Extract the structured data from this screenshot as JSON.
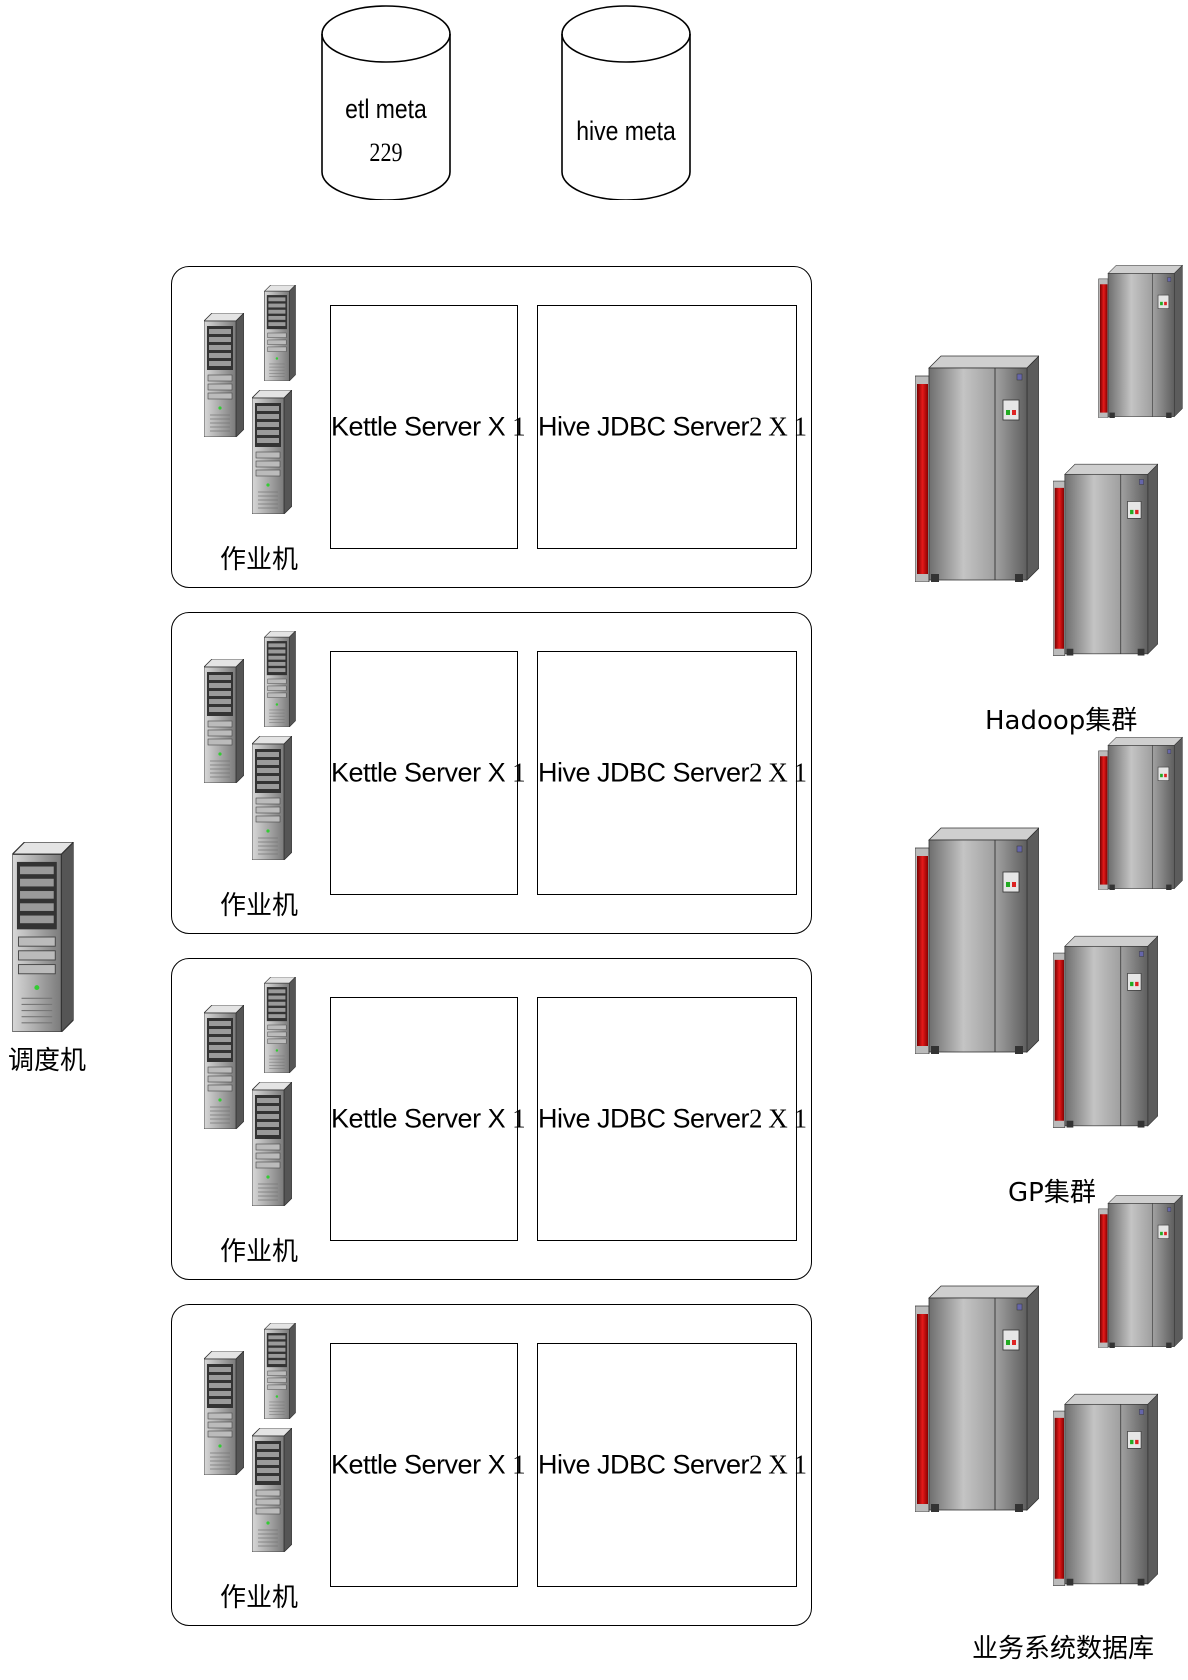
{
  "databases": [
    {
      "line1": "etl  meta",
      "line2": "229"
    },
    {
      "line1": "hive  meta",
      "line2": ""
    }
  ],
  "groups": [
    {
      "kettle_label": "Kettle Server X",
      "kettle_count": "1",
      "hive_label": "Hive  JDBC Server",
      "hive_count": "2  X  1",
      "caption": "作业机"
    },
    {
      "kettle_label": "Kettle Server X",
      "kettle_count": "1",
      "hive_label": "Hive  JDBC Server",
      "hive_count": "2  X  1",
      "caption": "作业机"
    },
    {
      "kettle_label": "Kettle Server X",
      "kettle_count": "1",
      "hive_label": "Hive  JDBC Server",
      "hive_count": "2  X  1",
      "caption": "作业机"
    },
    {
      "kettle_label": "Kettle Server X",
      "kettle_count": "1",
      "hive_label": "Hive  JDBC Server",
      "hive_count": "2  X  1",
      "caption": "作业机"
    }
  ],
  "scheduler": {
    "caption": "调度机"
  },
  "clusters": [
    {
      "caption": "Hadoop集群"
    },
    {
      "caption": "GP集群"
    },
    {
      "caption": "业务系统数据库"
    }
  ],
  "colors": {
    "server_red": "#cc1111",
    "server_gray": "#9a9a9a",
    "tower_gray": "#8c8c8c"
  }
}
